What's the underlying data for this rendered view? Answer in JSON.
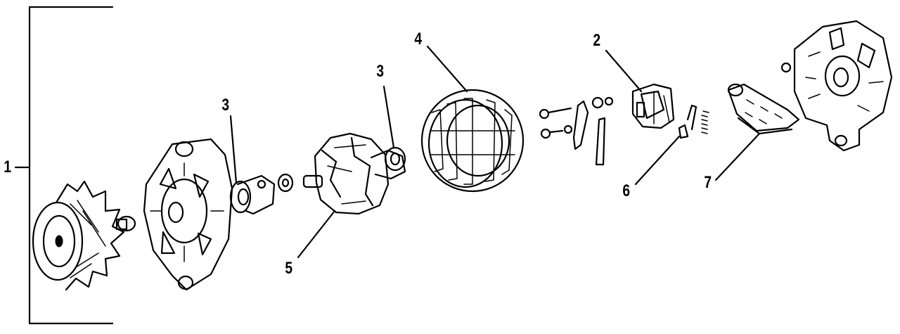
{
  "diagram": {
    "callouts": [
      {
        "id": "c1",
        "text": "1"
      },
      {
        "id": "c2",
        "text": "2"
      },
      {
        "id": "c3a",
        "text": "3"
      },
      {
        "id": "c3b",
        "text": "3"
      },
      {
        "id": "c4",
        "text": "4"
      },
      {
        "id": "c5",
        "text": "5"
      },
      {
        "id": "c6",
        "text": "6"
      },
      {
        "id": "c7",
        "text": "7"
      }
    ]
  }
}
